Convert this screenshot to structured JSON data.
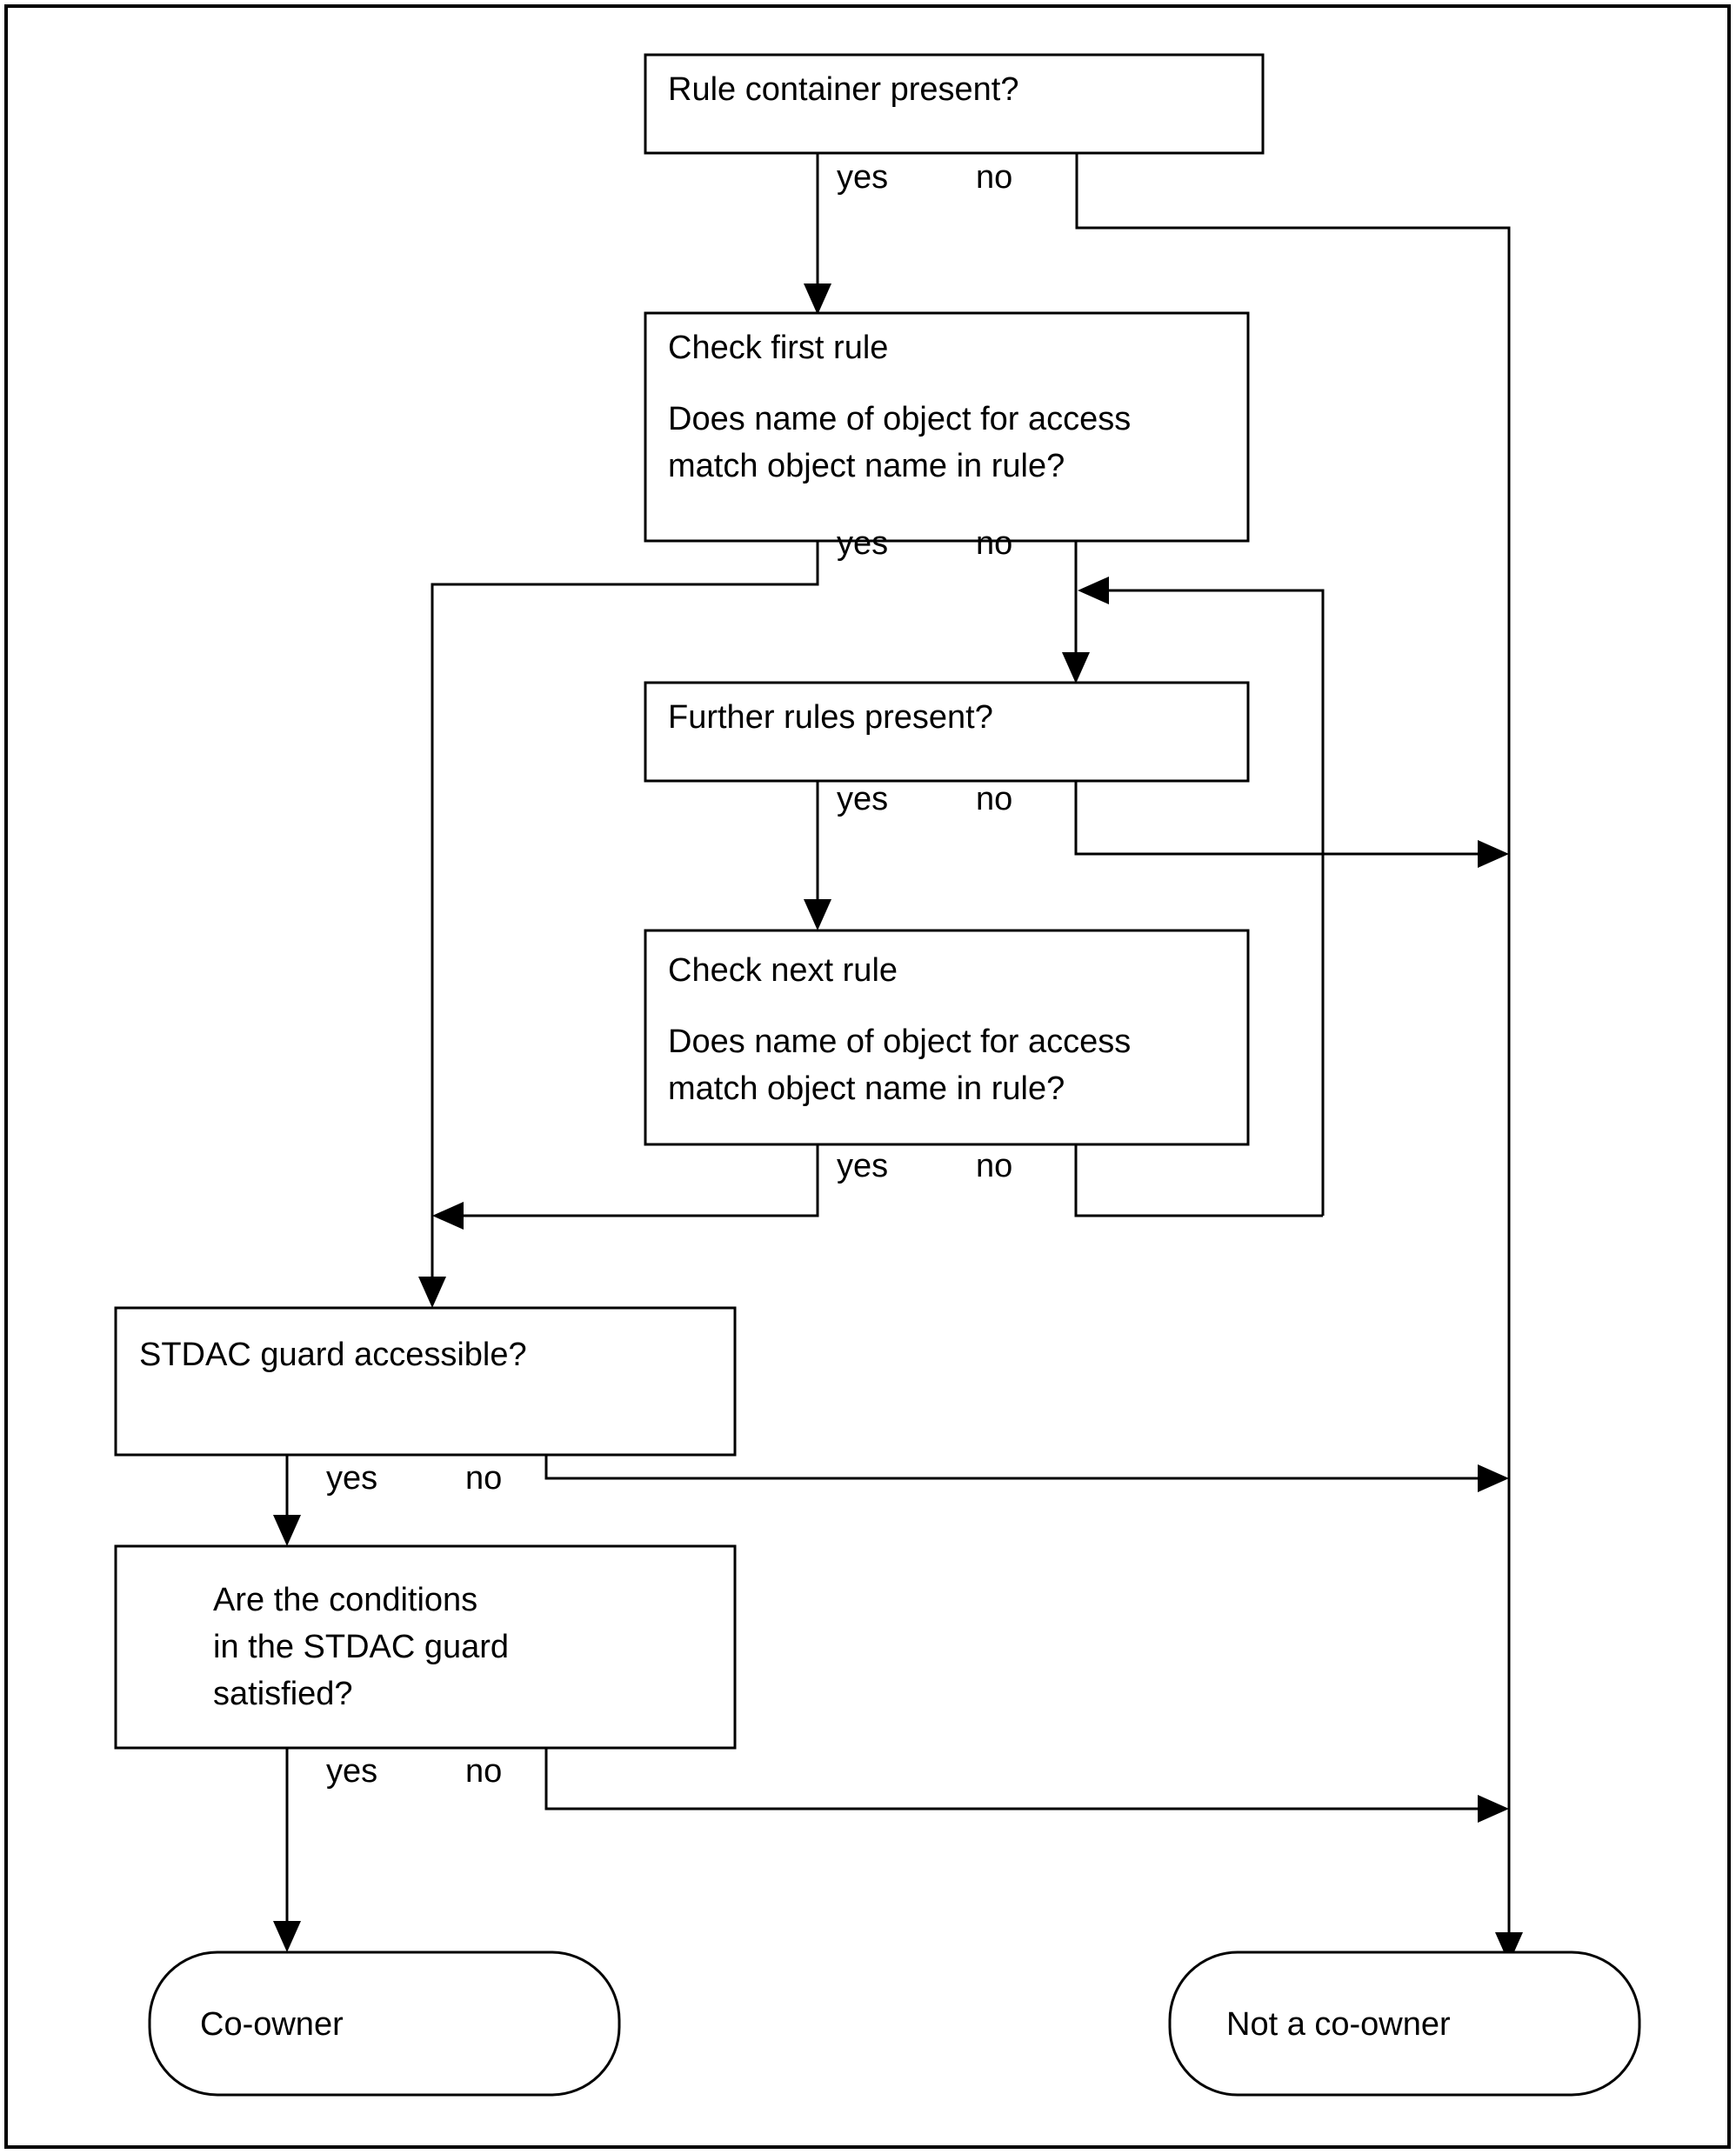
{
  "diagram": {
    "title": "Co-owner determination flowchart",
    "colors": {
      "stroke": "#000000",
      "fill": "#ffffff",
      "text": "#000000"
    },
    "nodes": {
      "rule_container": {
        "label": "Rule container present?"
      },
      "check_first_rule": {
        "line1": "Check first rule",
        "line2": "Does name of object for access",
        "line3": "match object name in rule?"
      },
      "further_rules": {
        "label": "Further rules present?"
      },
      "check_next_rule": {
        "line1": "Check next rule",
        "line2": "Does name of object for access",
        "line3": "match object name in rule?"
      },
      "stdac_accessible": {
        "label": "STDAC guard accessible?"
      },
      "conditions_satisfied": {
        "line1": "Are the conditions",
        "line2": "in the STDAC guard",
        "line3": "satisfied?"
      },
      "co_owner": {
        "label": "Co-owner"
      },
      "not_co_owner": {
        "label": "Not a co-owner"
      }
    },
    "edge_labels": {
      "yes": "yes",
      "no": "no"
    },
    "branches": [
      {
        "from": "rule_container",
        "yes": "yes",
        "no": "no"
      },
      {
        "from": "check_first_rule",
        "yes": "yes",
        "no": "no"
      },
      {
        "from": "further_rules",
        "yes": "yes",
        "no": "no"
      },
      {
        "from": "check_next_rule",
        "yes": "yes",
        "no": "no"
      },
      {
        "from": "stdac_accessible",
        "yes": "yes",
        "no": "no"
      },
      {
        "from": "conditions_satisfied",
        "yes": "yes",
        "no": "no"
      }
    ]
  }
}
